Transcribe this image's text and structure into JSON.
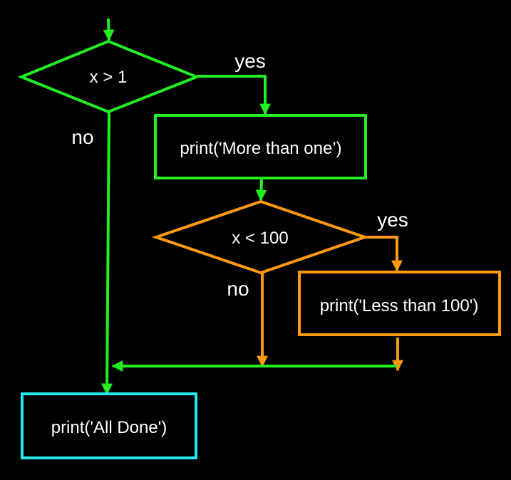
{
  "colors": {
    "background": "#000000",
    "outer_branch": "#22ee22",
    "inner_branch": "#ff9912",
    "terminal": "#22e8f0",
    "text": "#ffffff"
  },
  "nodes": {
    "decision_x_gt_1": "x > 1",
    "print_more_than_one": "print('More than one’)",
    "decision_x_lt_100": "x < 100",
    "print_less_than_100": "print('Less than 100')",
    "print_all_done": "print('All Done')"
  },
  "edges": {
    "outer_yes": "yes",
    "outer_no": "no",
    "inner_yes": "yes",
    "inner_no": "no"
  }
}
